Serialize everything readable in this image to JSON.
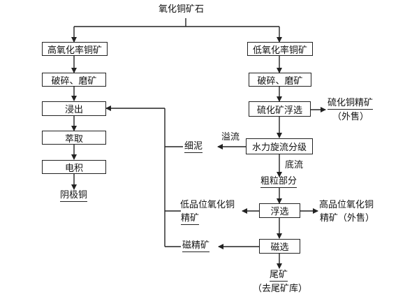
{
  "diagram": {
    "top": "氧化铜矿石",
    "left_col": {
      "high_ox": "高氧化率铜矿",
      "crush": "破碎、磨矿",
      "leach": "浸出",
      "extract": "萃取",
      "electro": "电积",
      "cathode": "阴极铜"
    },
    "right_col": {
      "low_ox": "低氧化率铜矿",
      "crush": "破碎、磨矿",
      "sulfide_flot": "硫化矿浮选",
      "cyclone": "水力旋流分级",
      "coarse": "粗粒部分",
      "flot": "浮选",
      "magnetic": "磁选",
      "tailings": "尾矿",
      "tailings_note": "（去尾矿库）"
    },
    "side": {
      "sulfide_conc_1": "硫化铜精矿",
      "sulfide_conc_2": "（外售）",
      "overflow": "溢流",
      "slime": "细泥",
      "underflow": "底流",
      "low_grade_1": "低品位氧化铜",
      "low_grade_2": "精矿",
      "high_grade_1": "高品位氧化铜",
      "high_grade_2": "精矿（外售）",
      "magnetic_conc": "磁精矿"
    }
  }
}
